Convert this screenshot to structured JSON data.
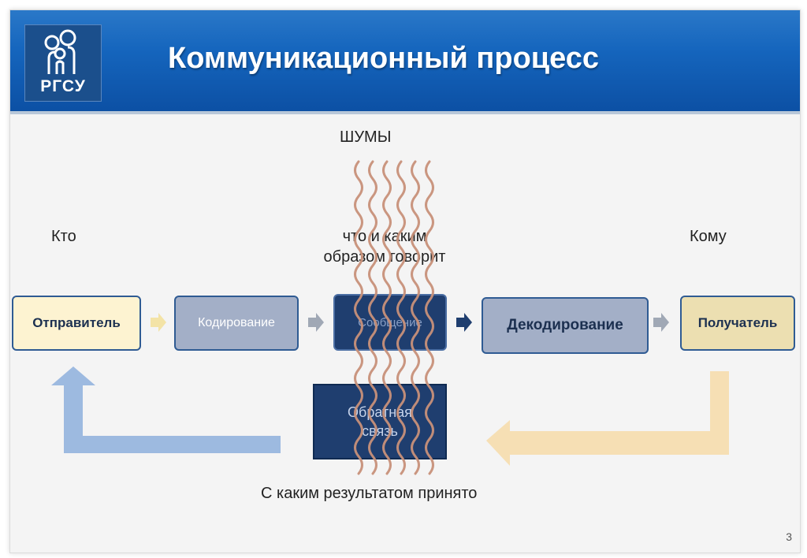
{
  "title": "Коммуникационный процесс",
  "logo": {
    "text": "РГСУ"
  },
  "labels": {
    "noise": "ШУМЫ",
    "who": "Кто",
    "what_line1": "что и каким",
    "what_line2": "образом говорит",
    "whom": "Кому",
    "result": "С каким результатом принято"
  },
  "boxes": {
    "sender": "Отправитель",
    "encoding": "Кодирование",
    "channel_line1": "Сообщение",
    "channel_line2": "",
    "decoding": "Декодирование",
    "receiver": "Получатель",
    "feedback_line1": "Обратная",
    "feedback_line2": "связь"
  },
  "page_number": "3",
  "colors": {
    "header_blue": "#1565bd",
    "dark_box": "#1f3e6f",
    "light_box": "#a3afc7",
    "sender_fill": "#fdf3d1",
    "receiver_fill": "#ecdfb1",
    "return_arrow_blue": "#93b4de",
    "return_arrow_yellow": "#f6ddb0",
    "noise_lines": "#c8917a",
    "flow_arrow_grey": "#a0a8b5"
  },
  "icons": [
    "logo-people-icon",
    "flow-arrow-icon",
    "noise-wave-icon"
  ]
}
